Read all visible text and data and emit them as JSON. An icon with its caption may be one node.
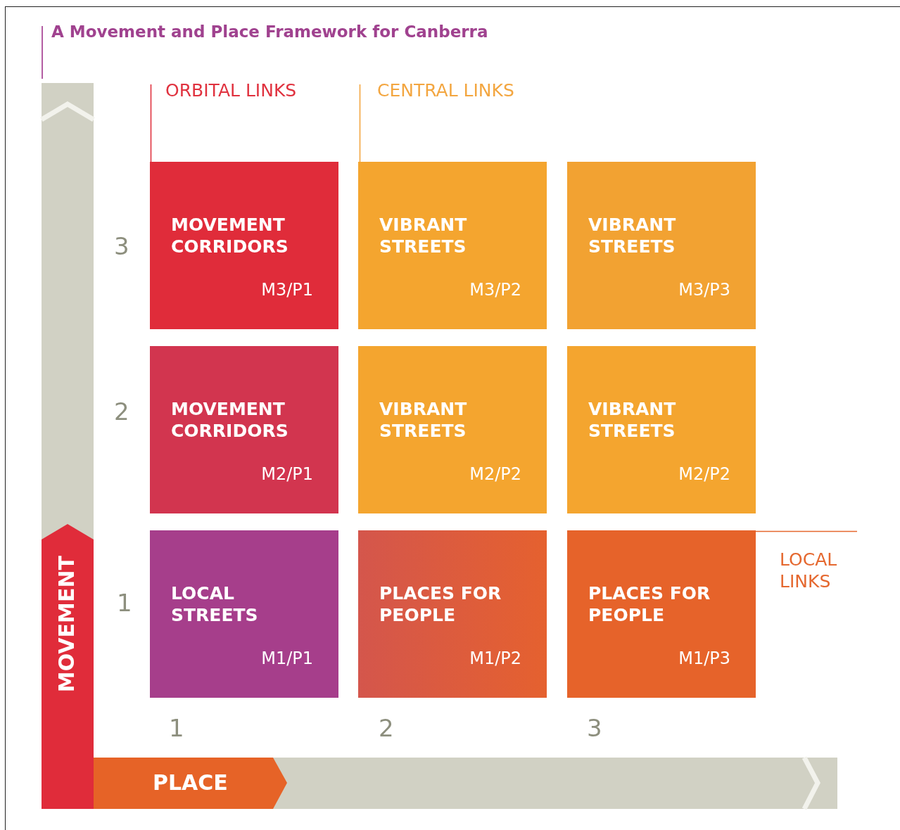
{
  "diagram": {
    "title": "A Movement and Place Framework for Canberra",
    "nodes": [
      {
        "text": [
          "ORBITAL LINKS"
        ]
      },
      {
        "text": [
          "CENTRAL LINKS"
        ]
      },
      {
        "text": [
          "MOVEMENT CORRIDORS",
          "M3/P1"
        ]
      },
      {
        "text": [
          "VIBRANT STREETS",
          "M3/P2"
        ]
      },
      {
        "text": [
          "VIBRANT STREETS",
          "M3/P3"
        ]
      },
      {
        "text": [
          "MOVEMENT CORRIDORS",
          "M2/P1"
        ]
      },
      {
        "text": [
          "VIBRANT STREETS",
          "M2/P2"
        ]
      },
      {
        "text": [
          "VIBRANT STREETS",
          "M2/P2"
        ]
      },
      {
        "text": [
          "LOCAL STREETS",
          "M1/P1"
        ]
      },
      {
        "text": [
          "PLACES FOR PEOPLE",
          "M1/P2"
        ]
      },
      {
        "text": [
          "PLACES FOR PEOPLE",
          "M1/P3"
        ]
      },
      {
        "text": [
          "LOCAL LINKS"
        ]
      },
      {
        "text": [
          "MOVEMENT"
        ]
      },
      {
        "text": [
          "PLACE"
        ]
      }
    ],
    "edges": [
      {
        "from": 0,
        "to": 2,
        "arrow": "none",
        "color": "#e0323f"
      },
      {
        "from": 1,
        "to": 3,
        "arrow": "none",
        "color": "#f3a640"
      },
      {
        "from": 11,
        "to": 10,
        "arrow": "none",
        "color": "#e5682f"
      }
    ],
    "labels": [
      "3",
      "2",
      "1",
      "1",
      "2",
      "3"
    ]
  }
}
